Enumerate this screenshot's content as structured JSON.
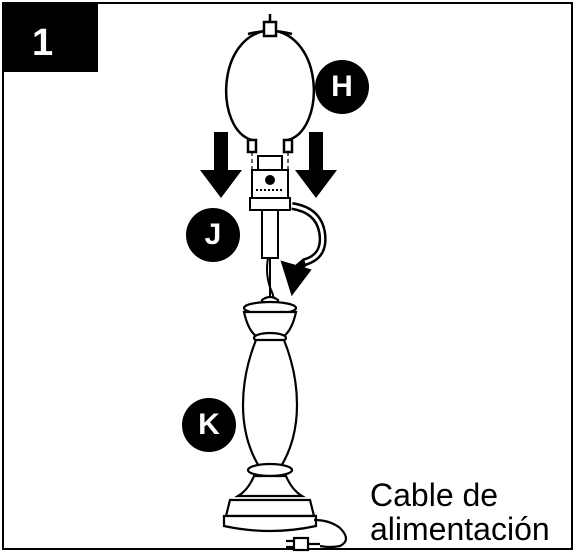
{
  "step": {
    "number": "1"
  },
  "parts": {
    "harp": "H",
    "socket": "J",
    "base": "K"
  },
  "cord": {
    "line1": "Cable de",
    "line2": "alimentación"
  },
  "colors": {
    "ink": "#000000",
    "paper": "#ffffff"
  }
}
